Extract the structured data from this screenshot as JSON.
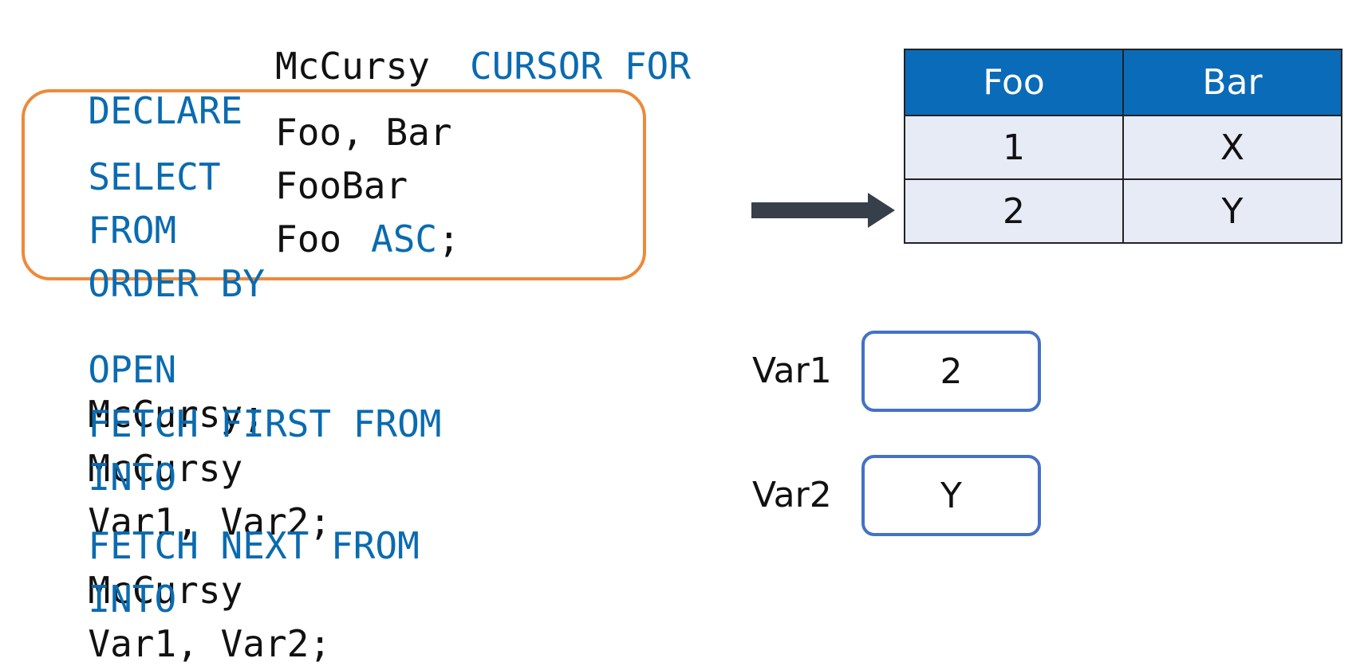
{
  "code": {
    "declare": {
      "kw": "DECLARE",
      "name": "McCursy",
      "kw2": "CURSOR FOR"
    },
    "select": {
      "kw": "SELECT",
      "cols": "Foo, Bar"
    },
    "from": {
      "kw": "FROM",
      "table": "FooBar"
    },
    "order": {
      "kw": "ORDER BY",
      "col": "Foo",
      "dir": "ASC",
      "end": ";"
    },
    "open": {
      "kw": "OPEN",
      "rest": "McCursy;"
    },
    "fetch_first": {
      "kw": "FETCH FIRST FROM",
      "rest": "McCursy"
    },
    "into1": {
      "kw": "INTO",
      "rest": "Var1, Var2;"
    },
    "fetch_next": {
      "kw": "FETCH NEXT FROM",
      "rest": "McCursy"
    },
    "into2": {
      "kw": "INTO",
      "rest": "Var1, Var2;"
    }
  },
  "table": {
    "headers": [
      "Foo",
      "Bar"
    ],
    "rows": [
      [
        "1",
        "X"
      ],
      [
        "2",
        "Y"
      ]
    ]
  },
  "vars": [
    {
      "label": "Var1",
      "value": "2"
    },
    {
      "label": "Var2",
      "value": "Y"
    }
  ],
  "colors": {
    "keyword": "#0a6bb0",
    "highlight_box": "#ec8a3c",
    "var_box": "#4472c4",
    "table_header": "#0a6bb8",
    "table_cell": "#e6ebf6",
    "arrow": "#373f4a"
  }
}
